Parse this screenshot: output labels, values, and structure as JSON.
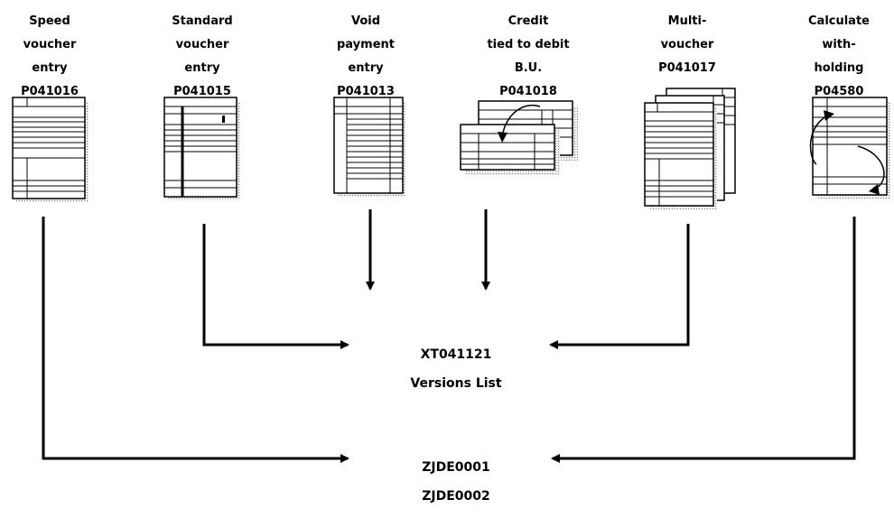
{
  "programs": [
    {
      "lines": [
        "Speed",
        "voucher",
        "entry",
        "P041016"
      ]
    },
    {
      "lines": [
        "Standard",
        "voucher",
        "entry",
        "P041015"
      ]
    },
    {
      "lines": [
        "Void",
        "payment",
        "entry",
        "P041013"
      ]
    },
    {
      "lines": [
        "Credit",
        "tied to debit",
        "B.U.",
        "P041018"
      ]
    },
    {
      "lines": [
        "Multi-",
        "voucher",
        "P041017"
      ]
    },
    {
      "lines": [
        "Calculate",
        "with-",
        "holding",
        "P04580"
      ]
    }
  ],
  "targets": {
    "versions": [
      "XT041121",
      "Versions List"
    ],
    "zjde": [
      "ZJDE0001",
      "ZJDE0002"
    ]
  }
}
